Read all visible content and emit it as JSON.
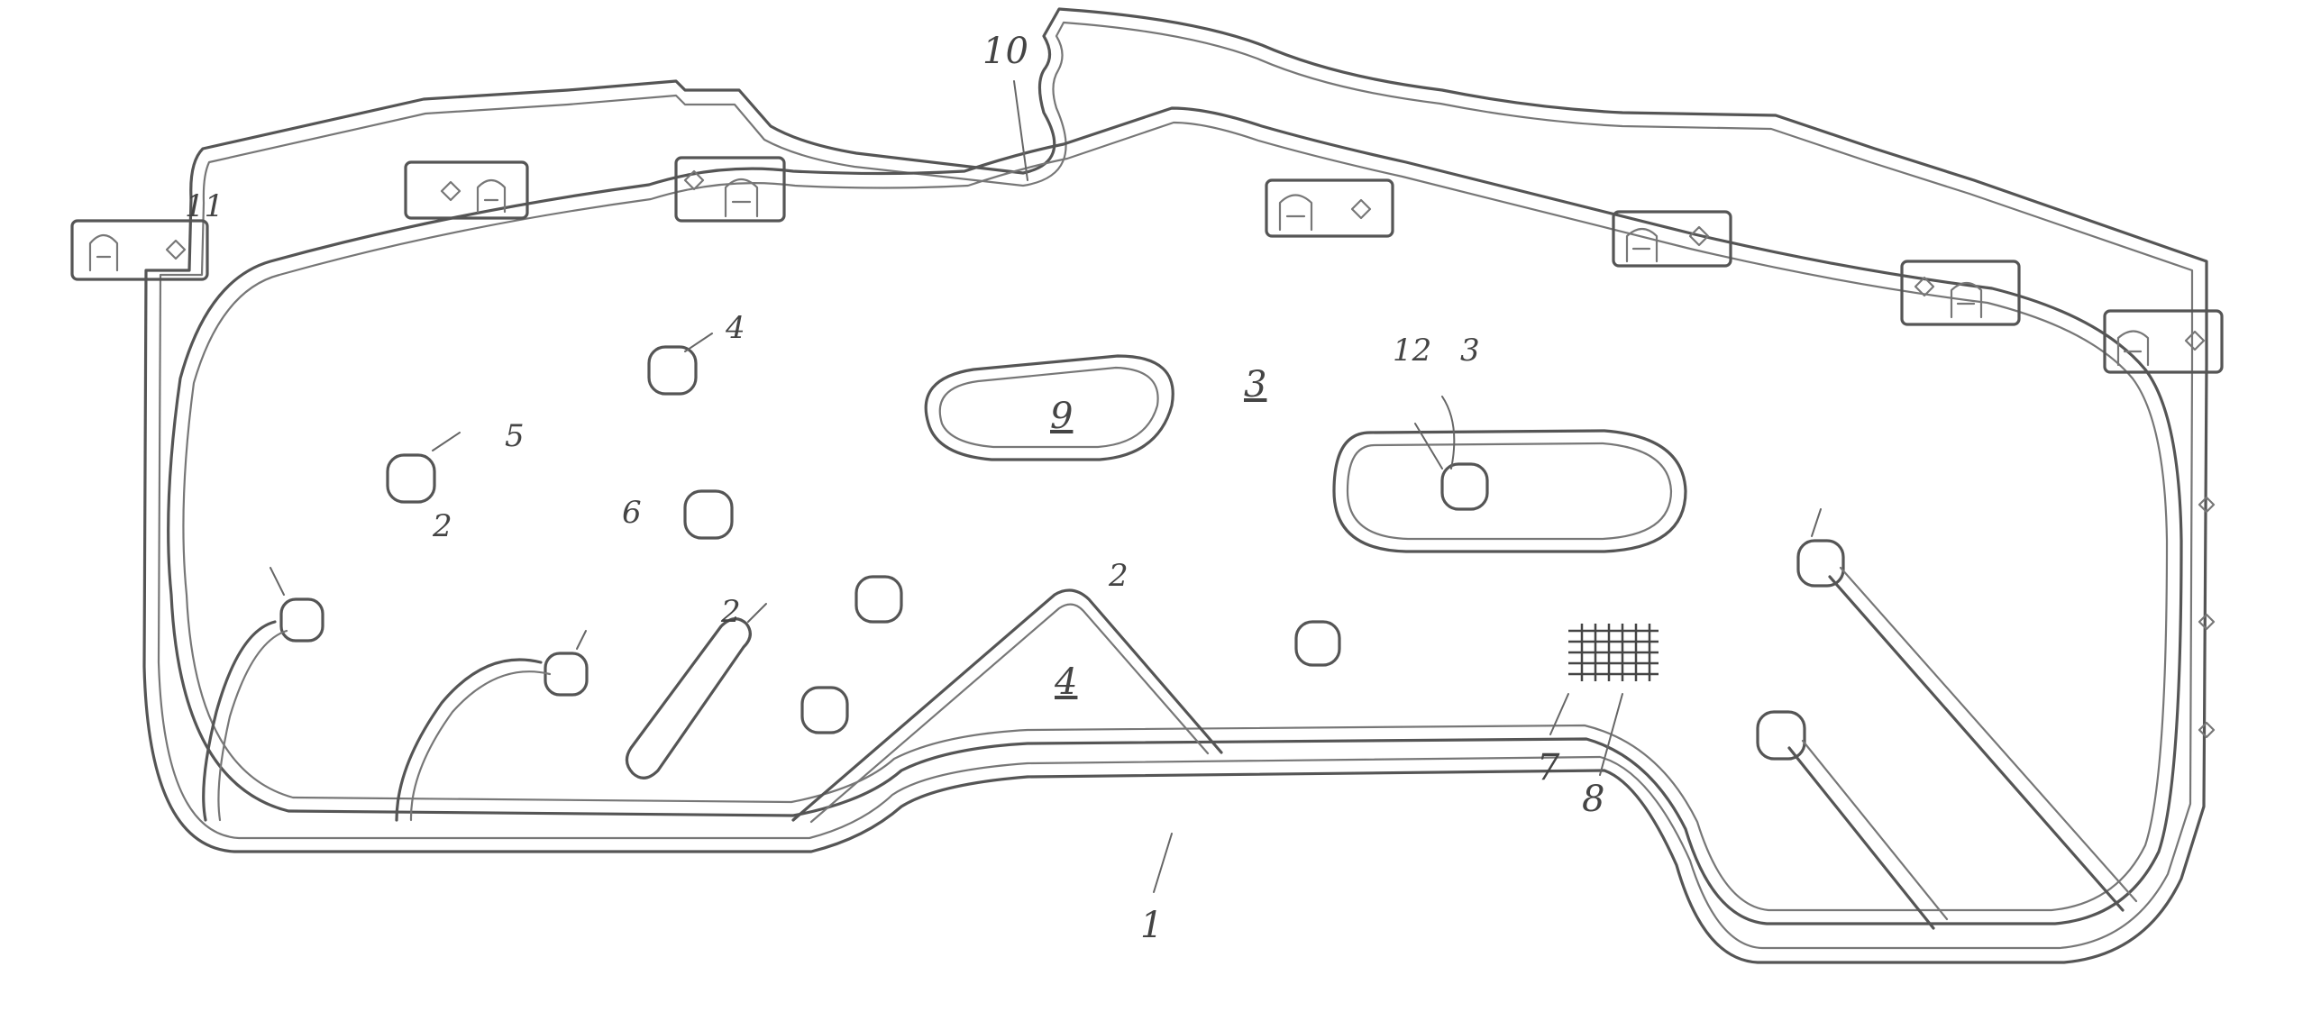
{
  "figure": {
    "labels": {
      "outline": "1",
      "rib_2a": "2",
      "rib_2b": "2",
      "rib_2c": "2",
      "region_3": "3",
      "point_3": "3",
      "region_4": "4",
      "opening_4": "4",
      "connector_5": "5",
      "node_6": "6",
      "mark_7": "7",
      "mesh_8": "8",
      "cutout_9": "9",
      "notch_10": "10",
      "clip_11": "11",
      "label_12": "12"
    }
  }
}
